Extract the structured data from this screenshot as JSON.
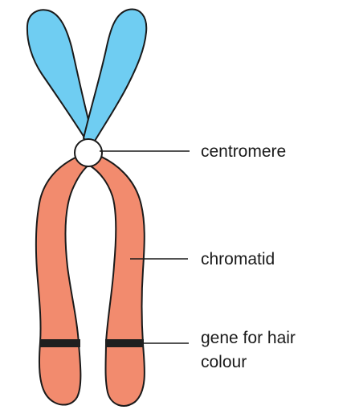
{
  "labels": {
    "centromere": "centromere",
    "chromatid": "chromatid",
    "gene_line1": "gene for hair",
    "gene_line2": "colour"
  },
  "colors": {
    "upper_arms": "#6fcdf2",
    "lower_arms": "#f28b6e",
    "centromere": "#ffffff",
    "gene_band": "#1f1f1f",
    "outline": "#1a1a1a"
  }
}
